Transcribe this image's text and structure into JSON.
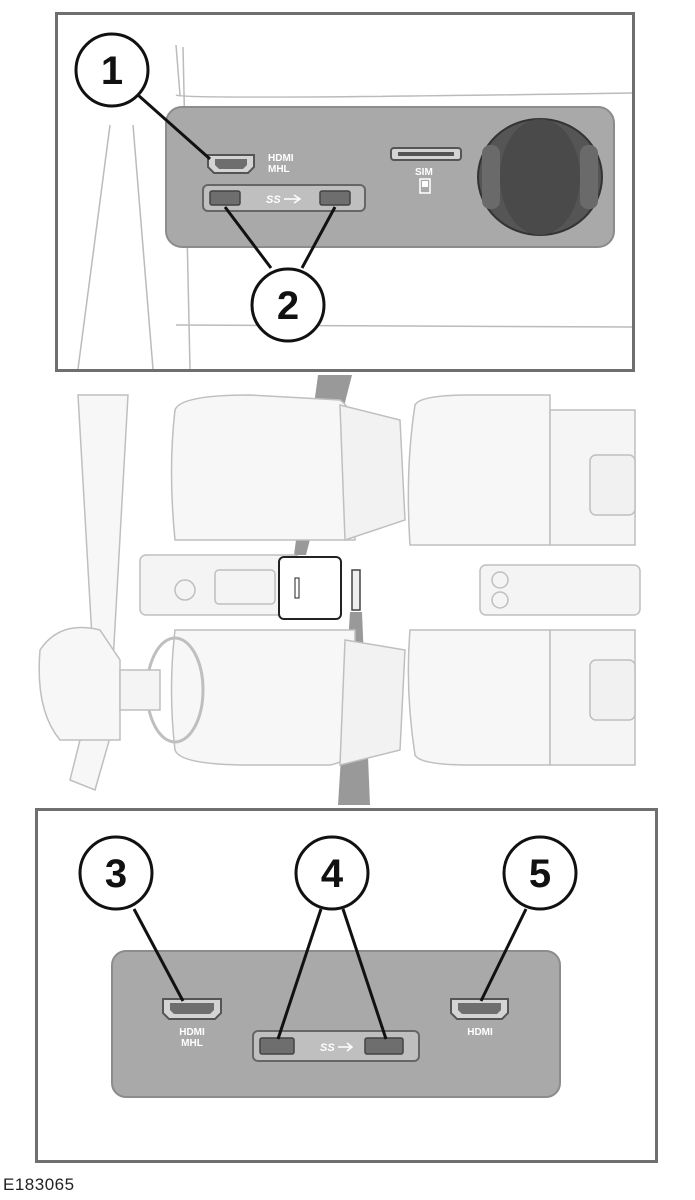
{
  "figure_id": "E183065",
  "top_panel": {
    "callouts": [
      "1",
      "2"
    ],
    "labels": {
      "hdmi_line1": "HDMI",
      "hdmi_line2": "MHL",
      "usb_symbol": "SS",
      "sim": "SIM"
    }
  },
  "bottom_panel": {
    "callouts": [
      "3",
      "4",
      "5"
    ],
    "labels": {
      "hdmi_mhl_line1": "HDMI",
      "hdmi_mhl_line2": "MHL",
      "usb_symbol": "SS",
      "hdmi": "HDMI"
    }
  }
}
